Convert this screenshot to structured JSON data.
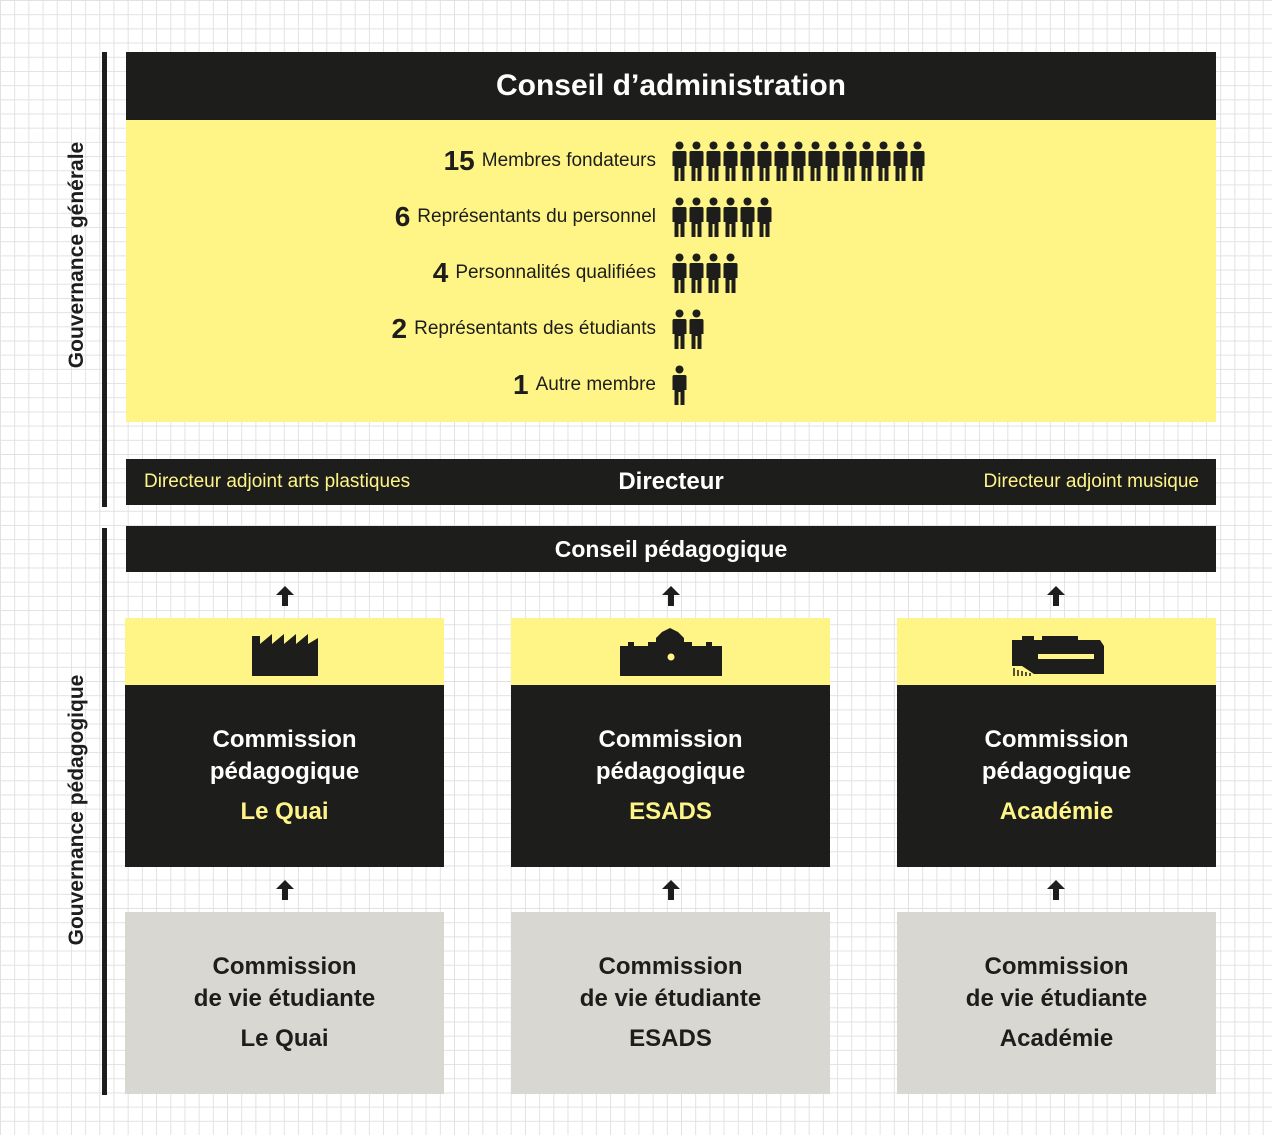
{
  "side_labels": {
    "general": "Gouvernance générale",
    "pedagogique": "Gouvernance pédagogique"
  },
  "conseil_administration": {
    "title": "Conseil d’administration",
    "members": [
      {
        "count": "15",
        "label": "Membres fondateurs",
        "people": 15
      },
      {
        "count": "6",
        "label": "Représentants du personnel",
        "people": 6
      },
      {
        "count": "4",
        "label": "Personnalités qualifiées",
        "people": 4
      },
      {
        "count": "2",
        "label": "Représentants des étudiants",
        "people": 2
      },
      {
        "count": "1",
        "label": "Autre membre",
        "people": 1
      }
    ]
  },
  "direction": {
    "left": "Directeur adjoint arts plastiques",
    "center": "Directeur",
    "right": "Directeur adjoint musique"
  },
  "conseil_pedagogique": {
    "title": "Conseil pédagogique"
  },
  "columns": [
    {
      "icon": "factory-icon",
      "commission_pedagogique": {
        "line1": "Commission",
        "line2": "pédagogique",
        "institution": "Le Quai"
      },
      "commission_vie": {
        "line1": "Commission",
        "line2": "de vie étudiante",
        "institution": "Le Quai"
      }
    },
    {
      "icon": "castle-icon",
      "commission_pedagogique": {
        "line1": "Commission",
        "line2": "pédagogique",
        "institution": "ESADS"
      },
      "commission_vie": {
        "line1": "Commission",
        "line2": "de vie étudiante",
        "institution": "ESADS"
      }
    },
    {
      "icon": "building-icon",
      "commission_pedagogique": {
        "line1": "Commission",
        "line2": "pédagogique",
        "institution": "Académie"
      },
      "commission_vie": {
        "line1": "Commission",
        "line2": "de vie étudiante",
        "institution": "Académie"
      }
    }
  ],
  "colors": {
    "black": "#1d1d1b",
    "yellow": "#fff587",
    "grey": "#d8d7d2"
  }
}
